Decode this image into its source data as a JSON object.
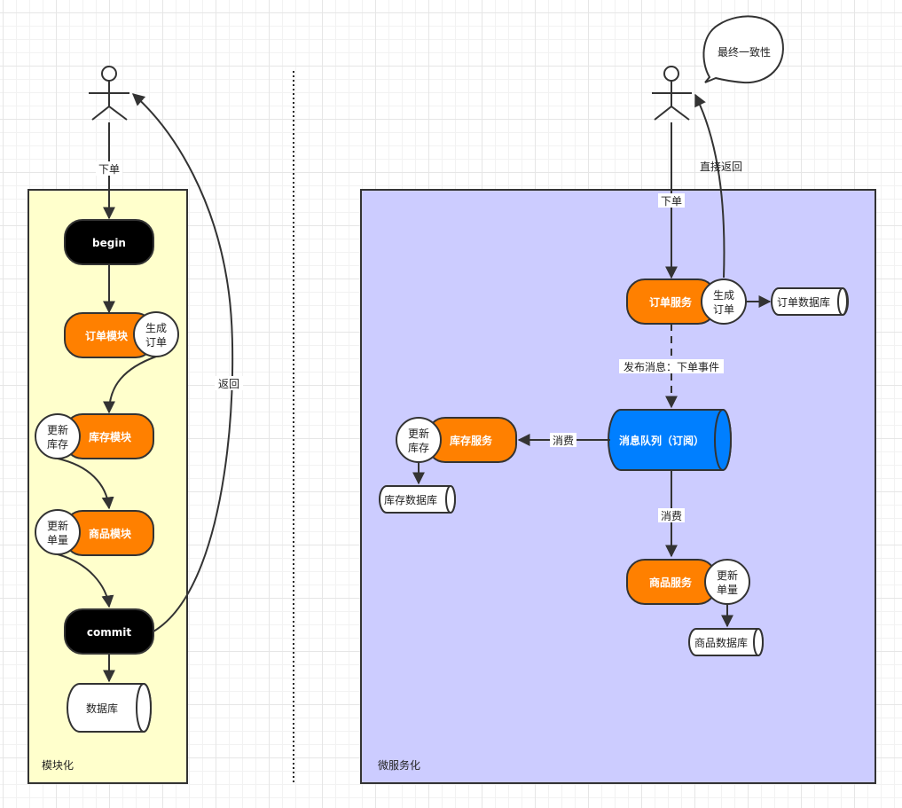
{
  "diagram": {
    "left_panel": {
      "title": "模块化",
      "actor_edge_label": "下单",
      "return_label": "返回",
      "nodes": {
        "begin": "begin",
        "order_module": "订单模块",
        "order_action_line1": "生成",
        "order_action_line2": "订单",
        "stock_module": "库存模块",
        "stock_action_line1": "更新",
        "stock_action_line2": "库存",
        "product_module": "商品模块",
        "product_action_line1": "更新",
        "product_action_line2": "单量",
        "commit": "commit",
        "database": "数据库"
      }
    },
    "right_panel": {
      "title": "微服务化",
      "speech_bubble": "最终一致性",
      "actor_edge_label": "下单",
      "direct_return_label": "直接返回",
      "publish_label": "发布消息：下单事件",
      "consume_left_label": "消费",
      "consume_down_label": "消费",
      "nodes": {
        "order_service": "订单服务",
        "order_action_line1": "生成",
        "order_action_line2": "订单",
        "order_db": "订单数据库",
        "mq": "消息队列（订阅）",
        "stock_service": "库存服务",
        "stock_action_line1": "更新",
        "stock_action_line2": "库存",
        "stock_db": "库存数据库",
        "product_service": "商品服务",
        "product_action_line1": "更新",
        "product_action_line2": "单量",
        "product_db": "商品数据库"
      }
    },
    "colors": {
      "left_panel_fill": "#ffffcc",
      "right_panel_fill": "#ccccff",
      "module_fill": "#ff8000",
      "mq_fill": "#007fff",
      "terminal_fill": "#000000",
      "stroke": "#333333"
    }
  }
}
